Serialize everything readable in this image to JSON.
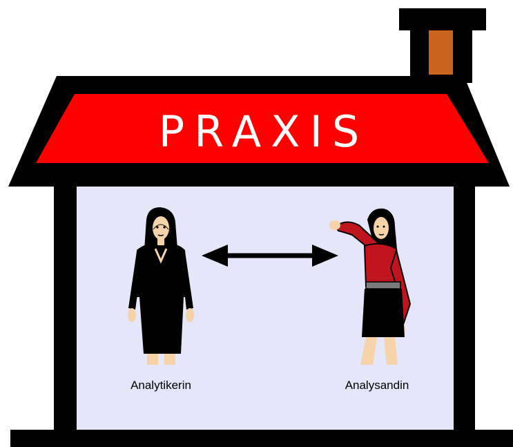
{
  "title": "PRAXIS",
  "left_figure": {
    "label": "Analytikerin"
  },
  "right_figure": {
    "label": "Analysandin"
  },
  "colors": {
    "roof_red": "#ff0000",
    "outline": "#000000",
    "wall": "#e6e6fa",
    "chimney": "#c8641e",
    "skin": "#f5d2a8",
    "dress_red": "#c0141e"
  },
  "arrow": {
    "direction": "both"
  }
}
